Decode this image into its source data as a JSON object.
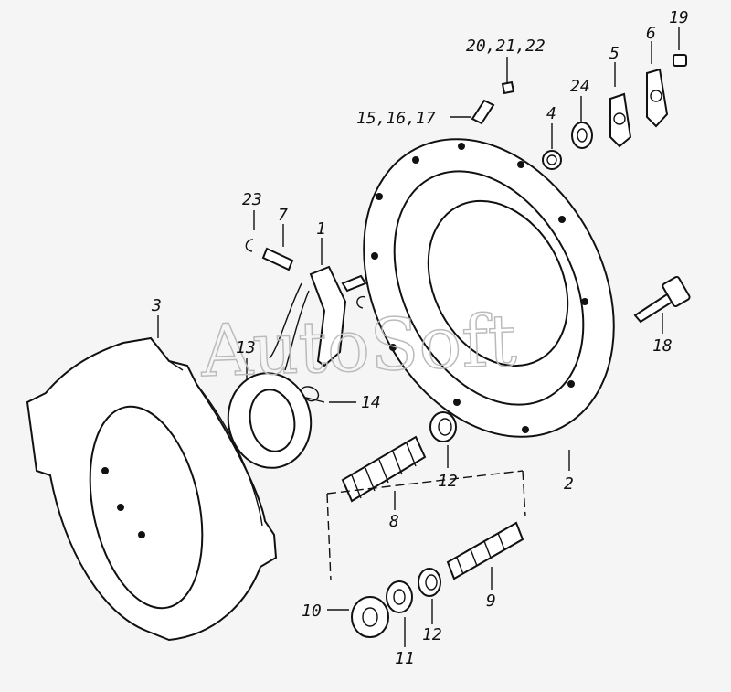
{
  "watermark": "AutoSoft",
  "labels": {
    "p1": "1",
    "p2": "2",
    "p3": "3",
    "p4": "4",
    "p5": "5",
    "p6": "6",
    "p7": "7",
    "p8": "8",
    "p9": "9",
    "p10": "10",
    "p11": "11",
    "p12a": "12",
    "p12b": "12",
    "p13": "13",
    "p14": "14",
    "p15_17": "15,16,17",
    "p18": "18",
    "p19": "19",
    "p20_22": "20,21,22",
    "p23": "23",
    "p24": "24"
  }
}
